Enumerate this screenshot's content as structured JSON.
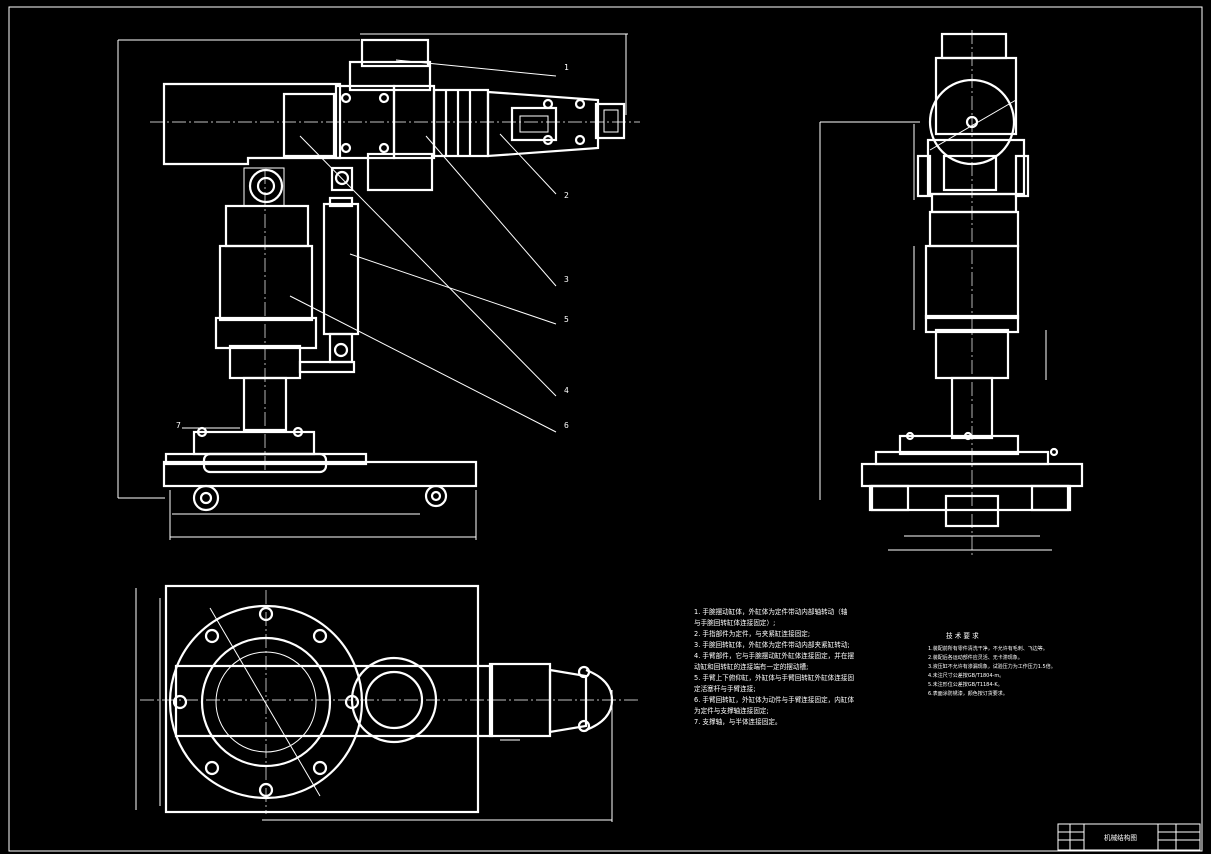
{
  "title_block": {
    "title": "机械结构图"
  },
  "callouts": [
    "1",
    "2",
    "3",
    "5",
    "4",
    "6",
    "7"
  ],
  "notes": {
    "lines": [
      "1. 手腕摆动缸体，外缸体为定件带动内部轴转动（轴",
      "   与手腕回转缸体连接固定）;",
      "2. 手指部件为定件，与夹紧缸连接固定;",
      "3. 手腕回转缸体，外缸体为定件带动内部夹紧缸转动;",
      "4. 手臂部件，它与手腕摆动缸外缸体连接固定，并在摆",
      "动缸和回转缸的连接端有一定的摆动槽;",
      "5. 手臂上下俯仰缸，外缸体与手臂回转缸外缸体连接固",
      "定活塞杆与手臂连接;",
      "6. 手臂回转缸，外缸体为动件与手臂连接固定，内缸体",
      "为定件与支撑轴连接固定;",
      "7. 支撑轴，与半体连接固定。"
    ]
  },
  "tech_req": {
    "heading": "技 术 要 求",
    "lines": [
      "1.装配前所有零件清洗干净，不允许有毛刺、飞边等。",
      "2.装配后各运动部件应灵活、无卡滞现象。",
      "3.液压缸不允许有渗漏现象，试验压力为工作压力1.5倍。",
      "4.未注尺寸公差按GB/T1804-m。",
      "5.未注形位公差按GB/T1184-K。",
      "6.表面涂防锈漆，颜色按订货要求。"
    ]
  },
  "colors": {
    "background": "#000000",
    "lines": "#ffffff"
  }
}
